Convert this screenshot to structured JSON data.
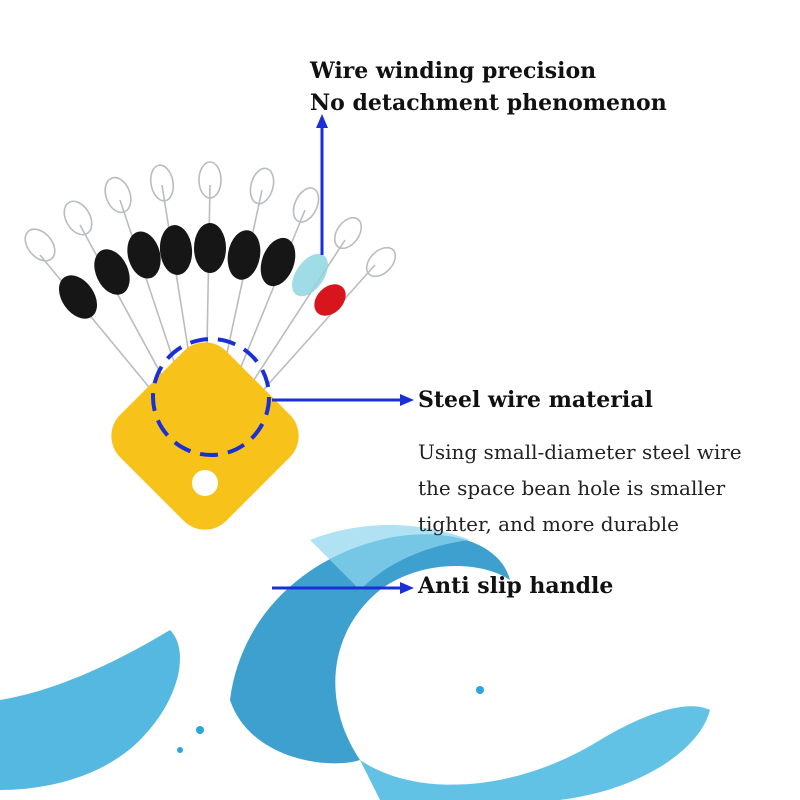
{
  "callouts": {
    "top": {
      "line1": "Wire winding precision",
      "line2": "No detachment phenomenon"
    },
    "steel": {
      "title": "Steel wire material",
      "desc": [
        "Using small-diameter steel wire",
        "the space bean hole is smaller",
        "tighter, and more durable"
      ]
    },
    "handle": {
      "title": "Anti slip handle"
    }
  },
  "colors": {
    "arrow": "#1a2fd6",
    "handle": "#f7c21a",
    "bead": "#161616",
    "bead_red": "#d8141c",
    "bead_clear": "#8fd6e0",
    "water": "#2aa6d9"
  }
}
